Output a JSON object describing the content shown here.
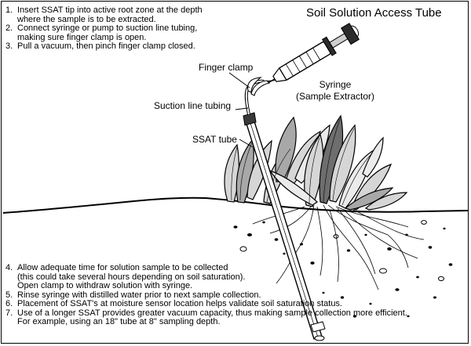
{
  "title": "Soil Solution Access Tube",
  "steps_top": [
    {
      "num": "1.",
      "lines": [
        "Insert SSAT tip into active root zone at the depth",
        "where the sample is to be extracted."
      ]
    },
    {
      "num": "2.",
      "lines": [
        "Connect syringe or pump to suction line tubing,",
        "making sure finger clamp is open."
      ]
    },
    {
      "num": "3.",
      "lines": [
        "Pull a vacuum, then pinch finger clamp closed."
      ]
    }
  ],
  "steps_bottom": [
    {
      "num": "4.",
      "lines": [
        "Allow adequate time for solution sample to be collected",
        "(this could take several hours depending on soil saturation).",
        "Open clamp to withdraw solution with syringe."
      ]
    },
    {
      "num": "5.",
      "lines": [
        "Rinse syringe with distilled water prior to next sample collection."
      ]
    },
    {
      "num": "6.",
      "lines": [
        "Placement of SSAT's at moisture sensor location helps validate soil saturation status."
      ]
    },
    {
      "num": "7.",
      "lines": [
        "Use of a longer SSAT provides greater vacuum capacity, thus making sample collection more efficient.",
        "For example, using an 18\" tube at 8\" sampling depth."
      ]
    }
  ],
  "labels": {
    "finger_clamp": "Finger clamp",
    "suction_line": "Suction line tubing",
    "ssat_tube": "SSAT tube",
    "syringe_line1": "Syringe",
    "syringe_line2": "(Sample Extractor)"
  },
  "colors": {
    "ink": "#000000",
    "leaf_dark": "#6e6e6e",
    "leaf_mid": "#a8a8a8",
    "leaf_light": "#d6d6d6",
    "background": "#ffffff"
  }
}
